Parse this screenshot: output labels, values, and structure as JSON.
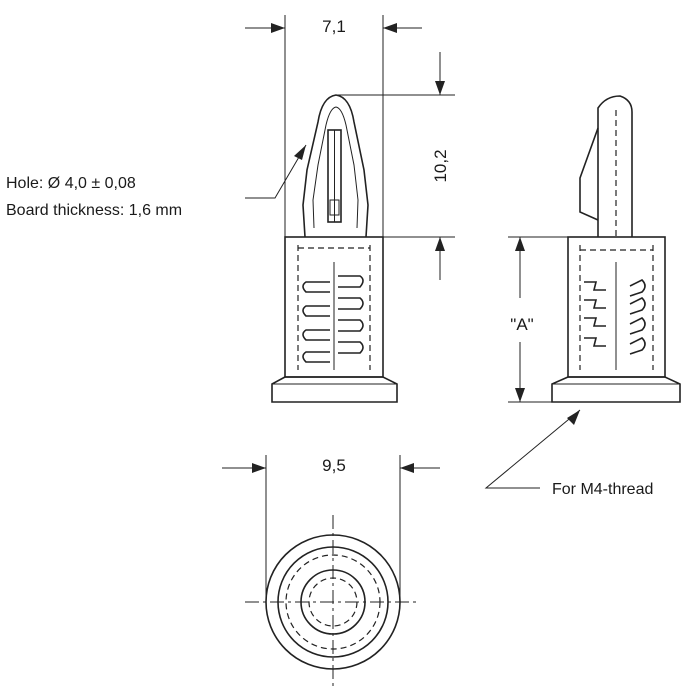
{
  "dimensions": {
    "top_width": "7,1",
    "pin_height": "10,2",
    "base_width": "9,5",
    "body_height": "\"A\""
  },
  "annotations": {
    "hole": "Hole: Ø 4,0 ± 0,08",
    "board": "Board thickness: 1,6 mm",
    "thread": "For M4-thread"
  }
}
